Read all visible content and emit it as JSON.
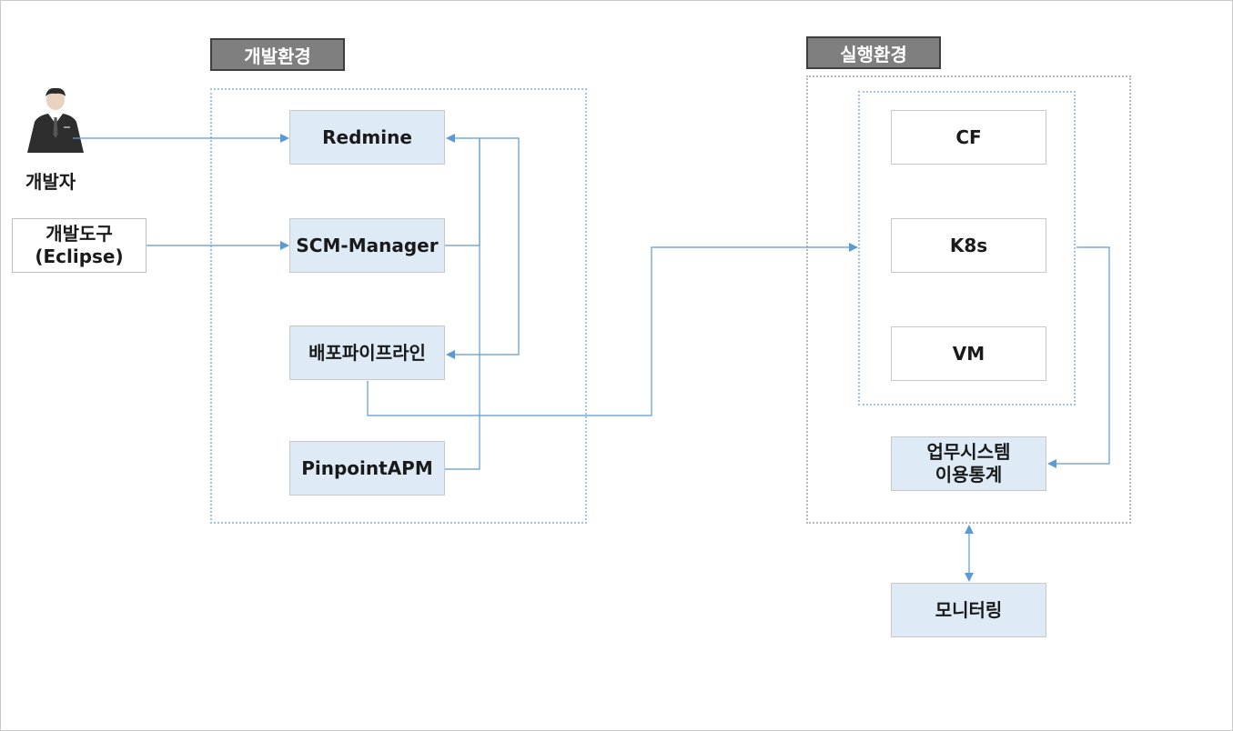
{
  "dev_env": {
    "title": "개발환경",
    "redmine": "Redmine",
    "scm": "SCM-Manager",
    "pipeline": "배포파이프라인",
    "apm": "PinpointAPM"
  },
  "run_env": {
    "title": "실행환경",
    "cf": "CF",
    "k8s": "K8s",
    "vm": "VM",
    "stats_line1": "업무시스템",
    "stats_line2": "이용통계"
  },
  "developer": {
    "label": "개발자",
    "icon": "person-icon"
  },
  "tool": {
    "line1": "개발도구",
    "line2": "(Eclipse)"
  },
  "monitoring": "모니터링",
  "colors": {
    "box_fill": "#deebf7",
    "connector": "#5b9bd5",
    "tag_fill": "#7f7f7f",
    "tag_border": "#3f3f3f",
    "group_blue": "#9dc3e6",
    "group_gray": "#b8b8b8"
  }
}
